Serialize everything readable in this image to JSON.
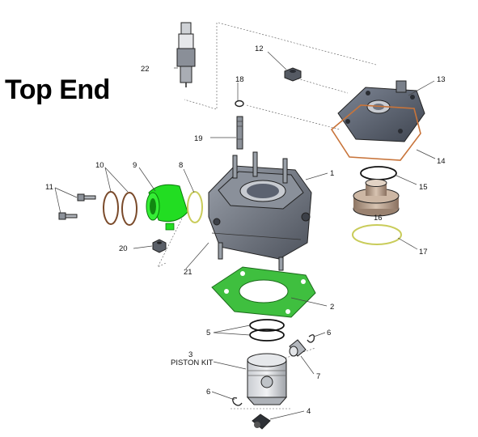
{
  "title": "Top End",
  "labels": {
    "l1": "1",
    "l2": "2",
    "l3": "3",
    "l3b": "PISTON KIT",
    "l4": "4",
    "l5": "5",
    "l6a": "6",
    "l6b": "6",
    "l7": "7",
    "l8": "8",
    "l9": "9",
    "l10": "10",
    "l11": "11",
    "l12": "12",
    "l13": "13",
    "l14": "14",
    "l15": "15",
    "l16": "16",
    "l17": "17",
    "l18": "18",
    "l19": "19",
    "l20": "20",
    "l21": "21",
    "l22": "22"
  },
  "colors": {
    "gasket_green": "#3fbf3f",
    "intake_green": "#22dd22",
    "oring_orange": "#c8743a",
    "oring_yellow": "#d6d870",
    "metal_grey": "#6f7580",
    "head_blue_grey": "#5a6270",
    "bronze": "#b8a08a"
  }
}
